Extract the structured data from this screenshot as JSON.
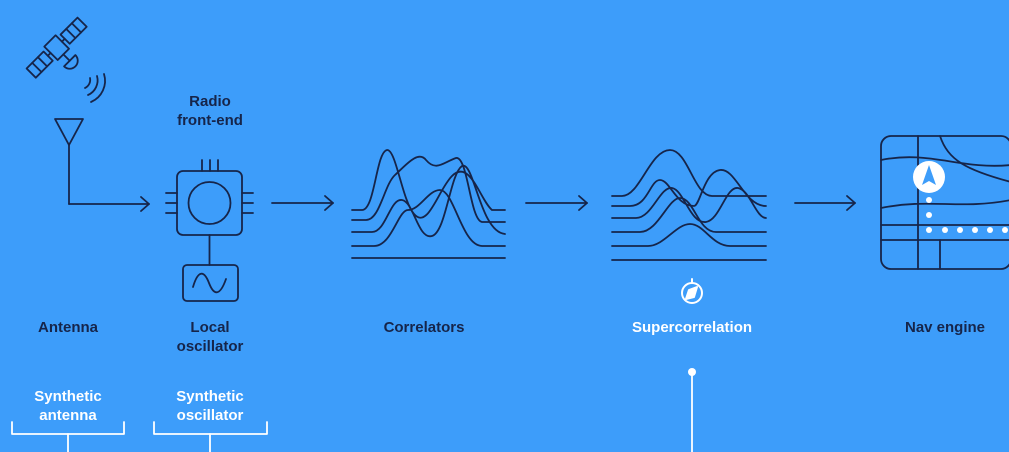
{
  "colors": {
    "background": "#3d9dfa",
    "stroke": "#16254a",
    "highlight": "#ffffff"
  },
  "labels": {
    "radio_frontend": "Radio\nfront-end",
    "antenna": "Antenna",
    "local_oscillator": "Local\noscillator",
    "correlators": "Correlators",
    "supercorrelation": "Supercorrelation",
    "nav_engine": "Nav engine",
    "synthetic_antenna": "Synthetic\nantenna",
    "synthetic_oscillator": "Synthetic\noscillator"
  },
  "icons": {
    "satellite": "satellite-icon",
    "antenna": "antenna-icon",
    "chip": "chip-icon",
    "oscillator": "sine-wave-icon",
    "correlators": "correlation-peaks-icon",
    "supercorrelation": "correlation-peaks-icon",
    "compass": "compass-icon",
    "nav": "map-navigation-icon"
  }
}
